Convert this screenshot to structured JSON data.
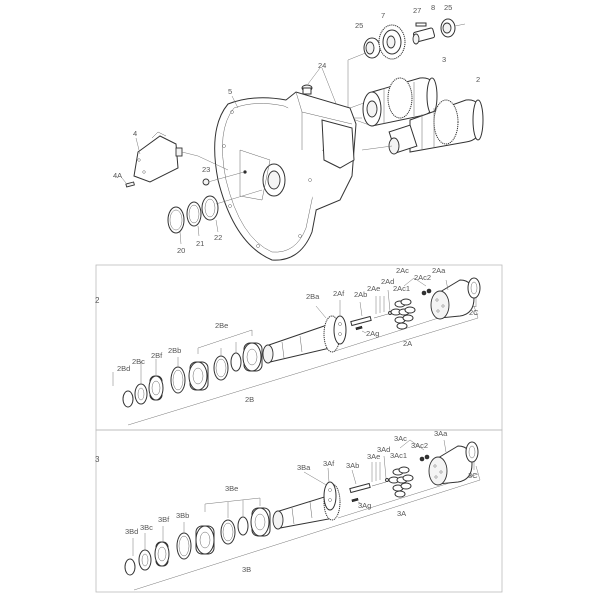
{
  "diagram": {
    "type": "exploded-parts-diagram",
    "subject": "hydraulic motor / gearbox housing assembly",
    "main_assembly_labels": {
      "p25a": "25",
      "p7": "7",
      "p27": "27",
      "p8": "8",
      "p25b": "25",
      "p3": "3",
      "p2": "2",
      "p24": "24",
      "p5": "5",
      "p4": "4",
      "p4A": "4A",
      "p23": "23",
      "p20": "20",
      "p21": "21",
      "p22": "22"
    },
    "subassembly_2": {
      "box_label": "2",
      "labels": {
        "p2Ac": "2Ac",
        "p2Aa": "2Aa",
        "p2Ad": "2Ad",
        "p2Ac2": "2Ac2",
        "p2Ae": "2Ae",
        "p2Ac1": "2Ac1",
        "p2Ab": "2Ab",
        "p2Af": "2Af",
        "p2Ba": "2Ba",
        "p2C": "2C",
        "p2Ag": "2Ag",
        "p2A": "2A",
        "p2Be": "2Be",
        "p2Bb": "2Bb",
        "p2Bf": "2Bf",
        "p2Bc": "2Bc",
        "p2Bd": "2Bd",
        "p2B": "2B"
      }
    },
    "subassembly_3": {
      "box_label": "3",
      "labels": {
        "p3Aa": "3Aa",
        "p3Ac": "3Ac",
        "p3Ac2": "3Ac2",
        "p3Ad": "3Ad",
        "p3Ac1": "3Ac1",
        "p3Ae": "3Ae",
        "p3Ab": "3Ab",
        "p3Af": "3Af",
        "p3Ba": "3Ba",
        "p3C": "3C",
        "p3Ag": "3Ag",
        "p3A": "3A",
        "p3Be": "3Be",
        "p3Bf": "3Bf",
        "p3Bb": "3Bb",
        "p3Bc": "3Bc",
        "p3Bd": "3Bd",
        "p3B": "3B"
      }
    },
    "colors": {
      "line": "#333333",
      "label": "#555555",
      "frame": "#bbbbbb",
      "background": "#ffffff"
    }
  }
}
